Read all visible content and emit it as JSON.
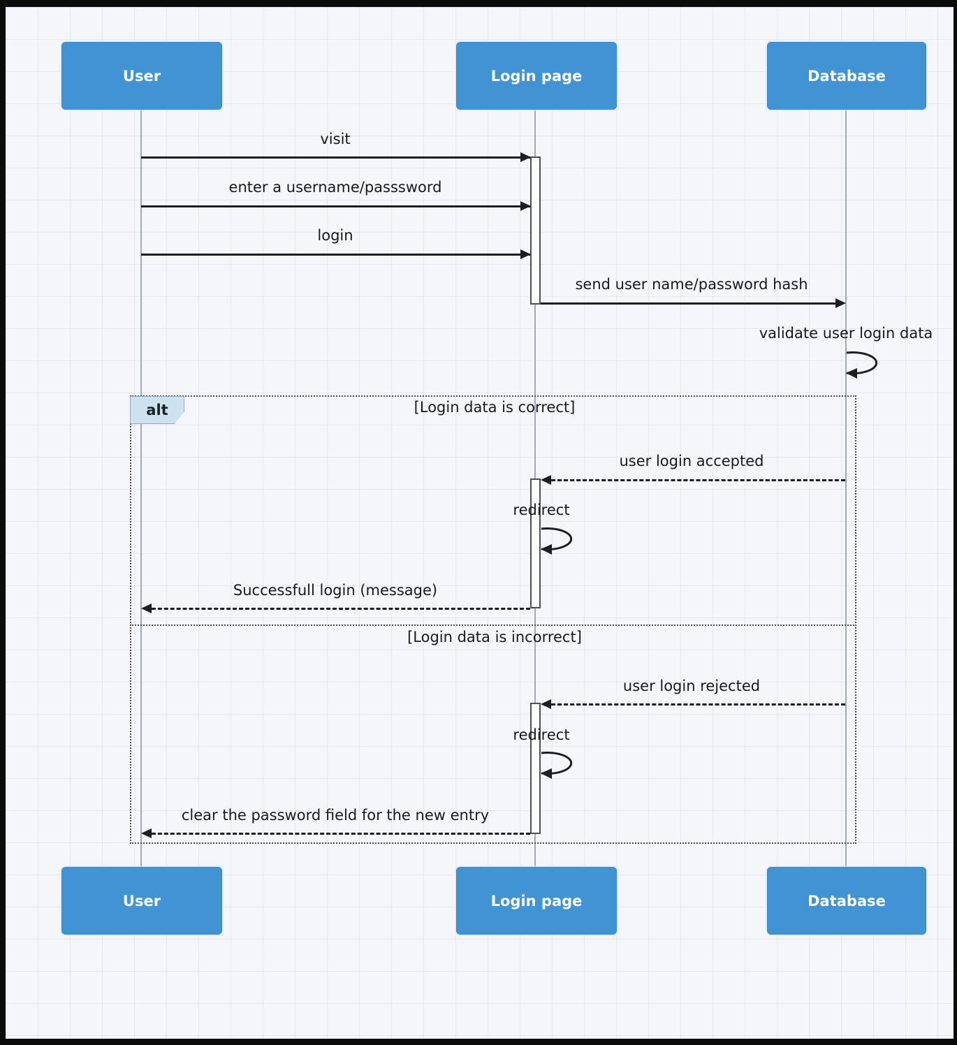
{
  "diagram": {
    "type": "uml-sequence",
    "actors": [
      {
        "id": "user",
        "label": "User"
      },
      {
        "id": "login-page",
        "label": "Login page"
      },
      {
        "id": "database",
        "label": "Database"
      }
    ],
    "messages": {
      "visit": {
        "text": "visit",
        "from": "user",
        "to": "login-page",
        "style": "solid"
      },
      "enter": {
        "text": "enter a username/passsword",
        "from": "user",
        "to": "login-page",
        "style": "solid"
      },
      "login": {
        "text": "login",
        "from": "user",
        "to": "login-page",
        "style": "solid"
      },
      "send_hash": {
        "text": "send user name/password hash",
        "from": "login-page",
        "to": "database",
        "style": "solid"
      },
      "validate": {
        "text": "validate user login data",
        "from": "database",
        "to": "database",
        "style": "self-loop"
      },
      "accepted": {
        "text": "user login accepted",
        "from": "database",
        "to": "login-page",
        "style": "dashed"
      },
      "redirect1": {
        "text": "redirect",
        "from": "login-page",
        "to": "login-page",
        "style": "self-loop"
      },
      "success": {
        "text": "Successfull login (message)",
        "from": "login-page",
        "to": "user",
        "style": "dashed"
      },
      "rejected": {
        "text": "user login rejected",
        "from": "database",
        "to": "login-page",
        "style": "dashed"
      },
      "redirect2": {
        "text": "redirect",
        "from": "login-page",
        "to": "login-page",
        "style": "self-loop"
      },
      "clear": {
        "text": "clear the password field for the new entry",
        "from": "login-page",
        "to": "user",
        "style": "dashed"
      }
    },
    "alt_frame": {
      "operator": "alt",
      "guard_correct": "[Login data is correct]",
      "guard_incorrect": "[Login data is incorrect]"
    },
    "colors": {
      "actor_fill": "#4193d4",
      "actor_text": "#ffffff",
      "alt_tab_fill": "#cde1ef",
      "line": "#1c1e21",
      "lifeline": "#a3a9b2",
      "background": "#f5f6f9",
      "outer_border": "#0b0b0b"
    }
  }
}
